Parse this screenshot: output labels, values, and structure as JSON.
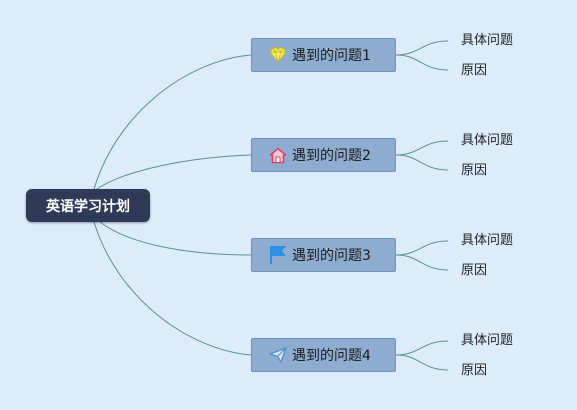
{
  "root": {
    "label": "英语学习计划"
  },
  "branches": [
    {
      "label": "遇到的问题1",
      "icon": "diamond-icon",
      "icon_color": "#e8e23a",
      "children": [
        {
          "label": "具体问题"
        },
        {
          "label": "原因"
        }
      ]
    },
    {
      "label": "遇到的问题2",
      "icon": "home-icon",
      "icon_color": "#d2456b",
      "children": [
        {
          "label": "具体问题"
        },
        {
          "label": "原因"
        }
      ]
    },
    {
      "label": "遇到的问题3",
      "icon": "flag-icon",
      "icon_color": "#2f8fe0",
      "children": [
        {
          "label": "具体问题"
        },
        {
          "label": "原因"
        }
      ]
    },
    {
      "label": "遇到的问题4",
      "icon": "paper-plane-icon",
      "icon_color": "#4a8fd0",
      "children": [
        {
          "label": "具体问题"
        },
        {
          "label": "原因"
        }
      ]
    }
  ],
  "colors": {
    "background": "#dcecfb",
    "root_fill": "#2f3a57",
    "branch_fill": "#8eacd0",
    "connector": "#5e8d93"
  }
}
